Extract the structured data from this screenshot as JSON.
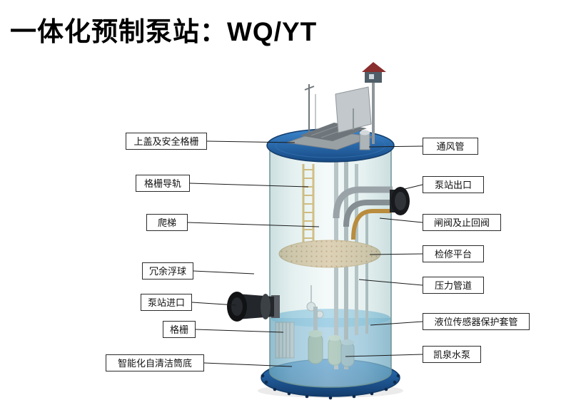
{
  "title": "一体化预制泵站：WQ/YT",
  "labels_left": [
    {
      "text": "上盖及安全格栅"
    },
    {
      "text": "格栅导轨"
    },
    {
      "text": "爬梯"
    },
    {
      "text": "冗余浮球"
    },
    {
      "text": "泵站进口"
    },
    {
      "text": "格栅"
    },
    {
      "text": "智能化自清洁筒底"
    }
  ],
  "labels_right": [
    {
      "text": "通风管"
    },
    {
      "text": "泵站出口"
    },
    {
      "text": "闸阀及止回阀"
    },
    {
      "text": "检修平台"
    },
    {
      "text": "压力管道"
    },
    {
      "text": "液位传感器保护套管"
    },
    {
      "text": "凯泉水泵"
    }
  ],
  "colors": {
    "tank_teal": "#cfe6e4",
    "lid_blue": "#2a6cb0",
    "base_blue": "#2a6cb0",
    "platform_tan": "#d6b584",
    "ladder_yellow": "#cc9a33",
    "flange_black": "#17191c",
    "water_blue": "#3d92c8",
    "line_black": "#1a1a1a"
  }
}
